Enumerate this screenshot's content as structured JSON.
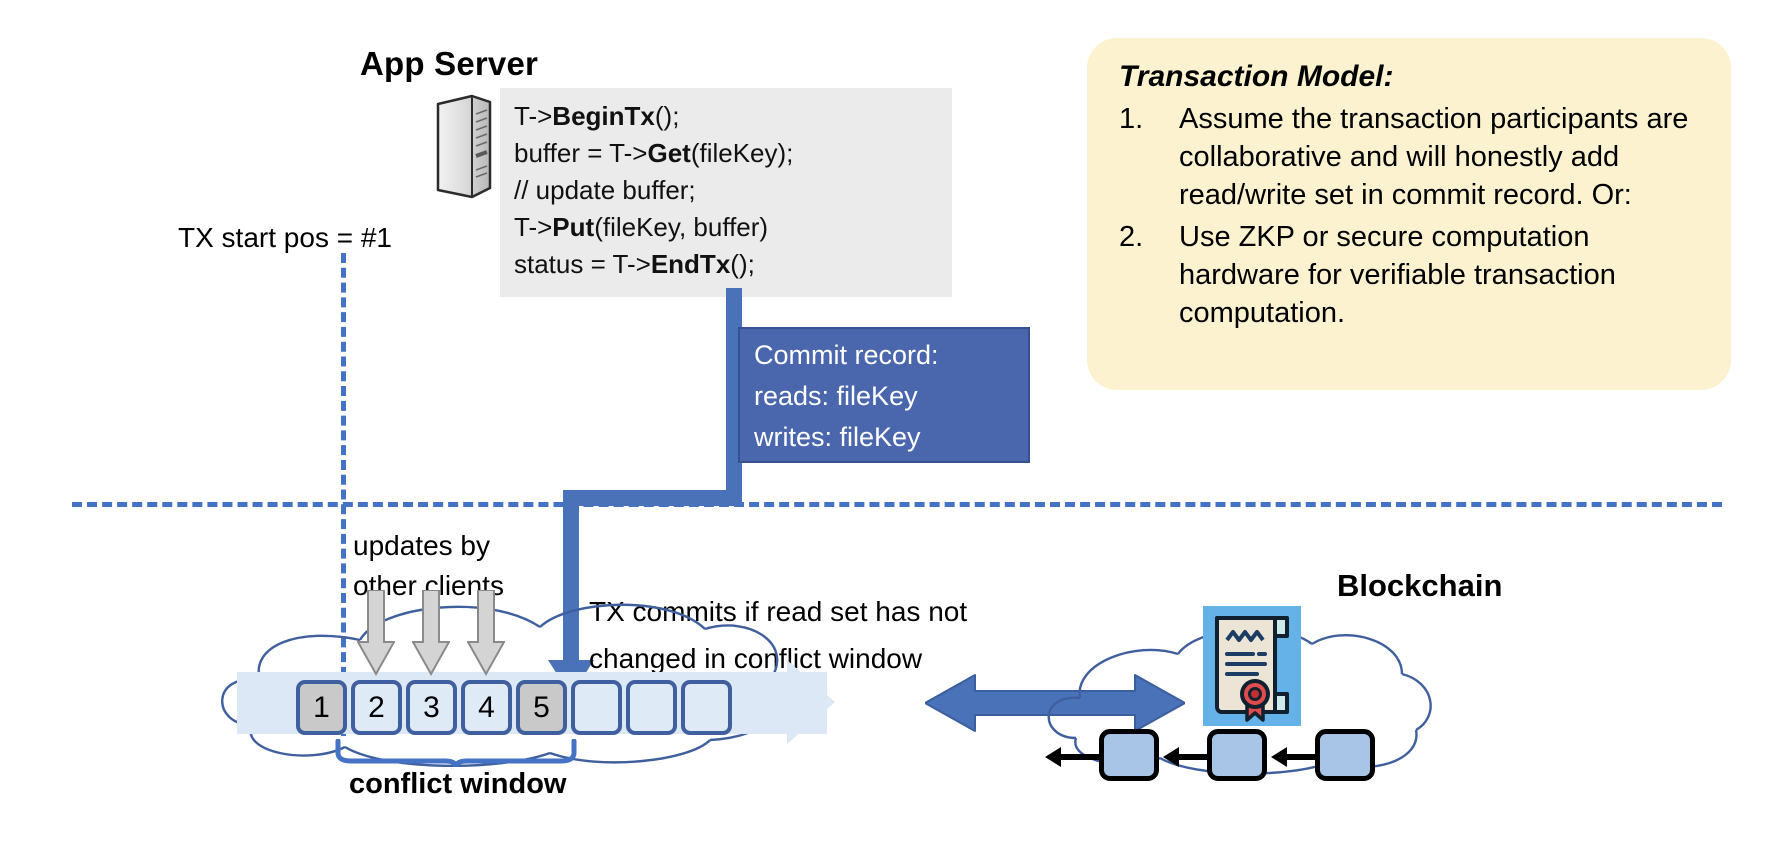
{
  "app_server": {
    "title": "App Server",
    "icon": "server-tower-icon",
    "code_lines": [
      [
        {
          "t": "T->",
          "b": false
        },
        {
          "t": "BeginTx",
          "b": true
        },
        {
          "t": "();",
          "b": false
        }
      ],
      [
        {
          "t": "buffer = T->",
          "b": false
        },
        {
          "t": "Get",
          "b": true
        },
        {
          "t": "(fileKey);",
          "b": false
        }
      ],
      [
        {
          "t": "// update buffer;",
          "b": false
        }
      ],
      [
        {
          "t": "T->",
          "b": false
        },
        {
          "t": "Put",
          "b": true
        },
        {
          "t": "(fileKey, buffer)",
          "b": false
        }
      ],
      [
        {
          "t": "status = T->",
          "b": false
        },
        {
          "t": "EndTx",
          "b": true
        },
        {
          "t": "();",
          "b": false
        }
      ]
    ]
  },
  "tx_start": {
    "label": "TX start pos = #1"
  },
  "commit_record": {
    "lines": [
      "Commit record:",
      "reads: fileKey",
      "writes: fileKey"
    ],
    "bg_color": "#4a67ae",
    "text_color": "#ffffff"
  },
  "log": {
    "updates_label_line1": "updates by",
    "updates_label_line2": "other clients",
    "tx_commits_line1": "TX commits if read set has not",
    "tx_commits_line2": "changed in conflict window",
    "conflict_window_label": "conflict window",
    "boxes": [
      {
        "label": "1",
        "filled": true
      },
      {
        "label": "2",
        "filled": false
      },
      {
        "label": "3",
        "filled": false
      },
      {
        "label": "4",
        "filled": false
      },
      {
        "label": "5",
        "filled": true
      },
      {
        "label": "",
        "filled": false
      },
      {
        "label": "",
        "filled": false
      },
      {
        "label": "",
        "filled": false
      }
    ],
    "gray_update_arrow_count": 3
  },
  "transaction_model": {
    "title": "Transaction Model:",
    "items": [
      {
        "num": "1.",
        "text": "Assume the transaction participants are collaborative and will honestly add read/write set in commit record.  Or:"
      },
      {
        "num": "2.",
        "text": "Use ZKP or secure computation hardware for verifiable transaction computation."
      }
    ],
    "bg_color": "#fcf2cf"
  },
  "blockchain": {
    "label": "Blockchain",
    "contract_icon": "smart-contract-certificate-icon",
    "block_count": 3
  },
  "colors": {
    "accent_blue": "#4472c4",
    "arrow_blue": "#4a72b8",
    "log_box_border": "#3f5f9e",
    "log_box_fill": "#dfeaf7",
    "log_box_filled": "#c9c9c9",
    "code_bg": "#ebebeb"
  }
}
